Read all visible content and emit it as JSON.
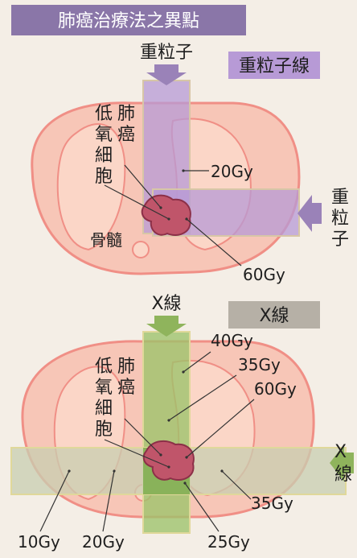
{
  "title": "肺癌治療法之異點",
  "colors": {
    "title_bg": "#8a76a8",
    "tumor": "#c0556a",
    "heavy_beam": "#b79ad6",
    "xray_beam": "#9cc36a"
  },
  "top_panel": {
    "beam_top_label": "重粒子",
    "legend_label": "重粒子線",
    "beam_right_label": "重\n粒\n子",
    "hypoxic_label": "低\n氧\n細\n胞",
    "cancer_label": "肺\n癌",
    "bone_marrow_label": "骨髓",
    "dose_low": "20Gy",
    "dose_tumor": "60Gy"
  },
  "bottom_panel": {
    "beam_top_label": "X線",
    "legend_label": "X線",
    "beam_right_label": "X\n線",
    "hypoxic_label": "低\n氧\n細\n胞",
    "cancer_label": "肺\n癌",
    "doses": {
      "d40": "40Gy",
      "d35a": "35Gy",
      "d60": "60Gy",
      "d35b": "35Gy",
      "d10": "10Gy",
      "d20": "20Gy",
      "d25": "25Gy"
    }
  }
}
